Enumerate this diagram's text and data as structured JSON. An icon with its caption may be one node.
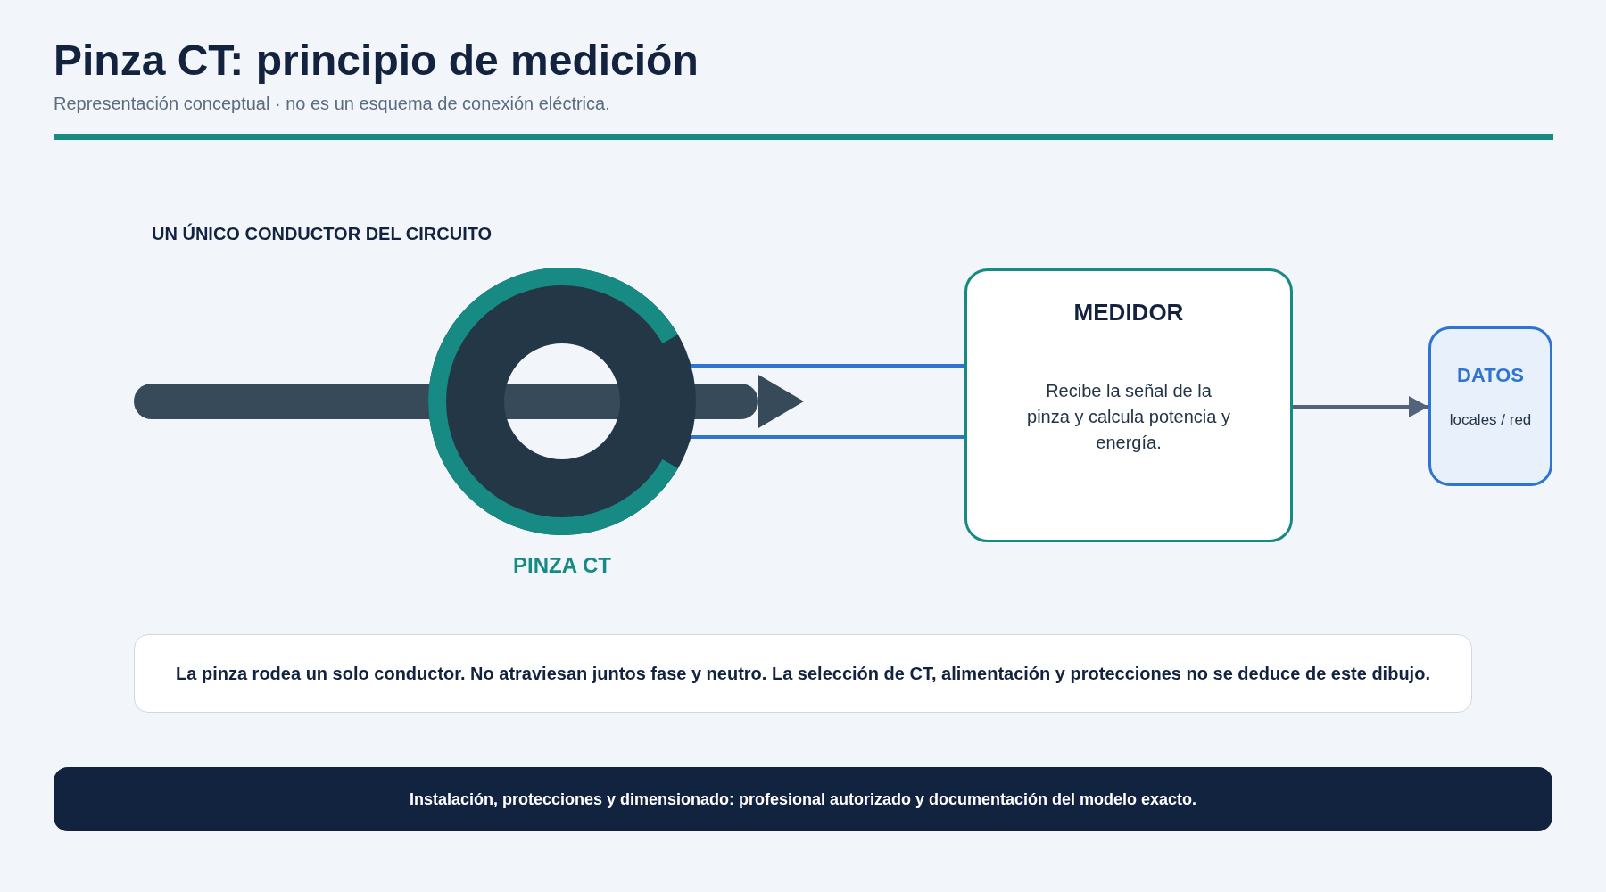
{
  "diagram": {
    "title": "Pinza CT: principio de medición",
    "nodes": [
      {
        "text": [],
        "shape": "bar"
      },
      {
        "text": [
          "PINZA CT"
        ]
      },
      {
        "text": [
          "MEDIDOR",
          "Recibe la señal de la pinza y calcula potencia y energía."
        ]
      },
      {
        "text": [
          "DATOS",
          "locales / red"
        ]
      },
      {
        "text": [
          "La pinza rodea un solo conductor. No atraviesan juntos fase y neutro. La selección de CT, alimentación y protecciones no se deduce de este dibujo."
        ]
      },
      {
        "text": [
          "Instalación, protecciones y dimensionado: profesional autorizado y documentación del modelo exacto."
        ]
      }
    ],
    "edges": [
      {
        "from": 1,
        "to": 2,
        "arrow": "none"
      },
      {
        "from": 1,
        "to": 2,
        "arrow": "none"
      },
      {
        "from": 2,
        "to": 3,
        "arrow": "to",
        "color": "#52637a"
      }
    ],
    "labels": [
      "Representación conceptual · no es un esquema de conexión eléctrica.",
      "UN ÚNICO CONDUCTOR DEL CIRCUITO"
    ]
  }
}
